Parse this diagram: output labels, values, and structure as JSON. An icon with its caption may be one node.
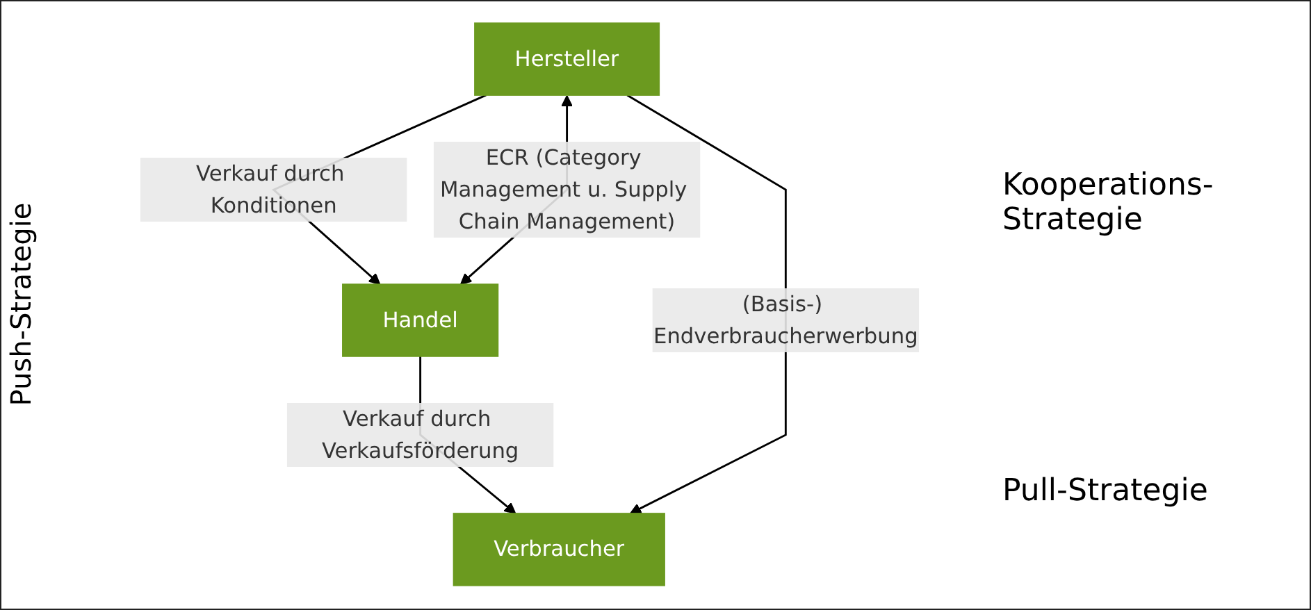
{
  "diagram": {
    "nodes": [
      {
        "text": [
          "Hersteller"
        ]
      },
      {
        "text": [
          "Handel"
        ]
      },
      {
        "text": [
          "Verbraucher"
        ]
      }
    ],
    "edges": [
      {
        "from": 0,
        "to": 1,
        "arrow": "to",
        "label": "Verkauf durch Konditionen"
      },
      {
        "from": 1,
        "to": 2,
        "arrow": "to",
        "label": "Verkauf durch Verkaufsförderung"
      },
      {
        "from": 0,
        "to": 1,
        "arrow": "both",
        "label": "ECR (Category Management u. Supply Chain Management)"
      },
      {
        "from": 0,
        "to": 2,
        "arrow": "to",
        "label": "(Basis-) Endverbraucherwerbung"
      }
    ],
    "labels": [
      "Push-Strategie",
      "Kooperations-Strategie",
      "Pull-Strategie"
    ]
  }
}
